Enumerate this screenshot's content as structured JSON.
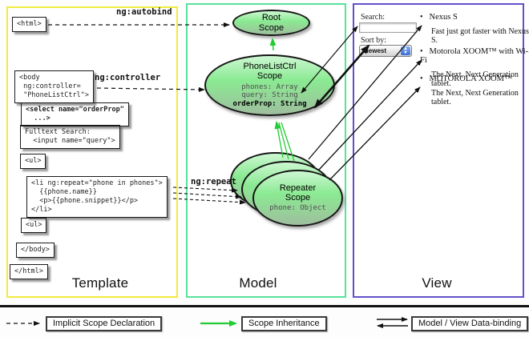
{
  "panels": {
    "template": {
      "label": "Template"
    },
    "model": {
      "label": "Model"
    },
    "view": {
      "label": "View"
    }
  },
  "template_code": {
    "html_open": "<html>",
    "body_open": "<body\n ng:controller=\n \"PhoneListCtrl\">",
    "select": "<select name=\"orderProp\"\n  ...>",
    "fulltext": "Fulltext Search:\n  <input name=\"query\">",
    "ul_open": "<ul>",
    "li_repeat": "<li ng:repeat=\"phone in phones\">\n  {{phone.name}}\n  <p>{{phone.snippet}}</p>\n</li>",
    "ul_close": "<ul>",
    "body_close": "</body>",
    "html_close": "</html>"
  },
  "edge_labels": {
    "autobind": "ng:autobind",
    "controller": "ng:controller",
    "repeat": "ng:repeat"
  },
  "scopes": {
    "root": {
      "title": "Root\nScope"
    },
    "phone_list": {
      "title": "PhoneListCtrl\nScope",
      "props": "phones: Array\nquery: String",
      "bold_prop": "orderProp: String"
    },
    "repeater": {
      "title": "Repeater\nScope",
      "props": "phone: Object"
    }
  },
  "view_panel": {
    "search_label": "Search:",
    "search_value": "",
    "sort_label": "Sort by:",
    "sort_value": "Newest",
    "items": [
      {
        "title": "Nexus S",
        "desc": "Fast just got faster with Nexus S."
      },
      {
        "title": "Motorola XOOM™ with Wi-Fi",
        "desc": "The Next, Next Generation tablet."
      },
      {
        "title": "MOTOROLA XOOM™",
        "desc": "The Next, Next Generation tablet."
      }
    ]
  },
  "legend": {
    "implicit": "Implicit Scope Declaration",
    "inheritance": "Scope Inheritance",
    "databinding": "Model / View Data-binding"
  },
  "colors": {
    "template_border": "#f0ec3d",
    "model_border": "#57e39c",
    "view_border": "#6152c9",
    "scope_green": "#8aea92",
    "inheritance_green": "#22cc33",
    "code_yellow": "#ecec54"
  }
}
